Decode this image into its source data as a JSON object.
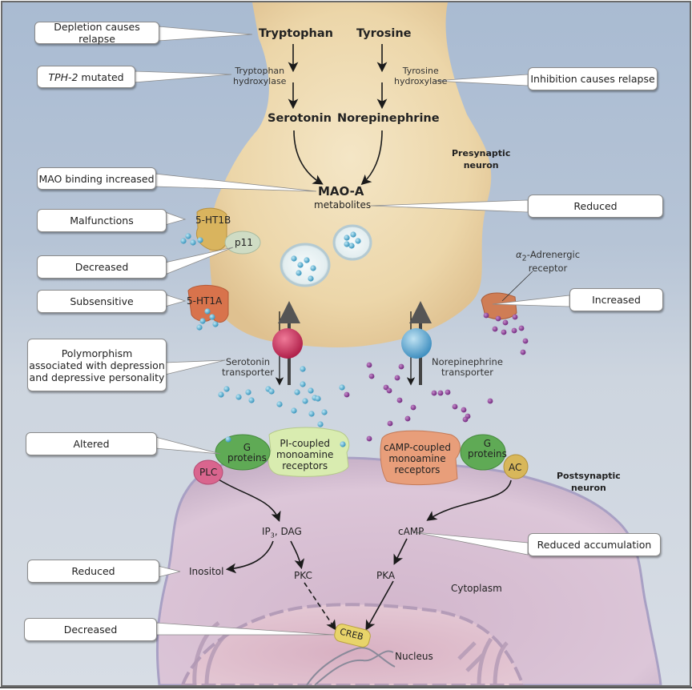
{
  "figure": {
    "title": "Monoamine neurotransmission pathways and alterations in depression",
    "colors": {
      "background": "#b6c4d6",
      "presynaptic_neuron": "#ecd9b0",
      "postsynaptic_neuron": "#d8c2d4",
      "nucleus": "#dcb8c8",
      "serotonin_particle": "#3fa3c8",
      "norepinephrine_particle": "#8a3a93",
      "callout_fill": "#ffffff"
    }
  },
  "pathway": {
    "tryptophan": "Tryptophan",
    "tyrosine": "Tyrosine",
    "tryptophan_hydroxylase": [
      "Tryptophan",
      "hydroxylase"
    ],
    "tyrosine_hydroxylase": [
      "Tyrosine",
      "hydroxylase"
    ],
    "serotonin": "Serotonin",
    "norepinephrine": "Norepinephrine",
    "mao_a": "MAO-A",
    "metabolites": "metabolites"
  },
  "regions": {
    "presynaptic": [
      "Presynaptic",
      "neuron"
    ],
    "postsynaptic": [
      "Postsynaptic",
      "neuron"
    ],
    "cytoplasm": "Cytoplasm",
    "nucleus": "Nucleus"
  },
  "receptors": {
    "ht1b": "5-HT1B",
    "p11": "p11",
    "ht1a": "5-HT1A",
    "alpha2_line1": "-Adrenergic",
    "alpha2_symbol": "α",
    "alpha2_sub": "2",
    "alpha2_line2": "receptor",
    "serotonin_transporter": [
      "Serotonin",
      "transporter"
    ],
    "norepinephrine_transporter": [
      "Norepinephrine",
      "transporter"
    ],
    "g_proteins_left": [
      "G",
      "proteins"
    ],
    "g_proteins_right": [
      "G",
      "proteins"
    ],
    "pi_coupled": [
      "PI-coupled",
      "monoamine",
      "receptors"
    ],
    "camp_coupled": [
      "cAMP-coupled",
      "monoamine",
      "receptors"
    ],
    "plc": "PLC",
    "ac": "AC"
  },
  "signaling": {
    "ip3_dag_prefix": "IP",
    "ip3_dag_sub": "3",
    "ip3_dag_suffix": ", DAG",
    "inositol": "Inositol",
    "pkc": "PKC",
    "camp": "cAMP",
    "pka": "PKA",
    "creb": "CREB"
  },
  "callouts": {
    "depletion": "Depletion causes relapse",
    "tph2_gene": "TPH-2",
    "tph2_rest": " mutated",
    "inhibition": "Inhibition causes relapse",
    "mao_binding": "MAO binding increased",
    "metabolites_reduced": "Reduced",
    "malfunctions": "Malfunctions",
    "p11_decreased": "Decreased",
    "subsensitive": "Subsensitive",
    "alpha2_increased": "Increased",
    "polymorphism": [
      "Polymorphism",
      "associated with depression",
      "and depressive personality"
    ],
    "altered": "Altered",
    "camp_reduced": "Reduced accumulation",
    "inositol_reduced": "Reduced",
    "creb_decreased": "Decreased"
  }
}
